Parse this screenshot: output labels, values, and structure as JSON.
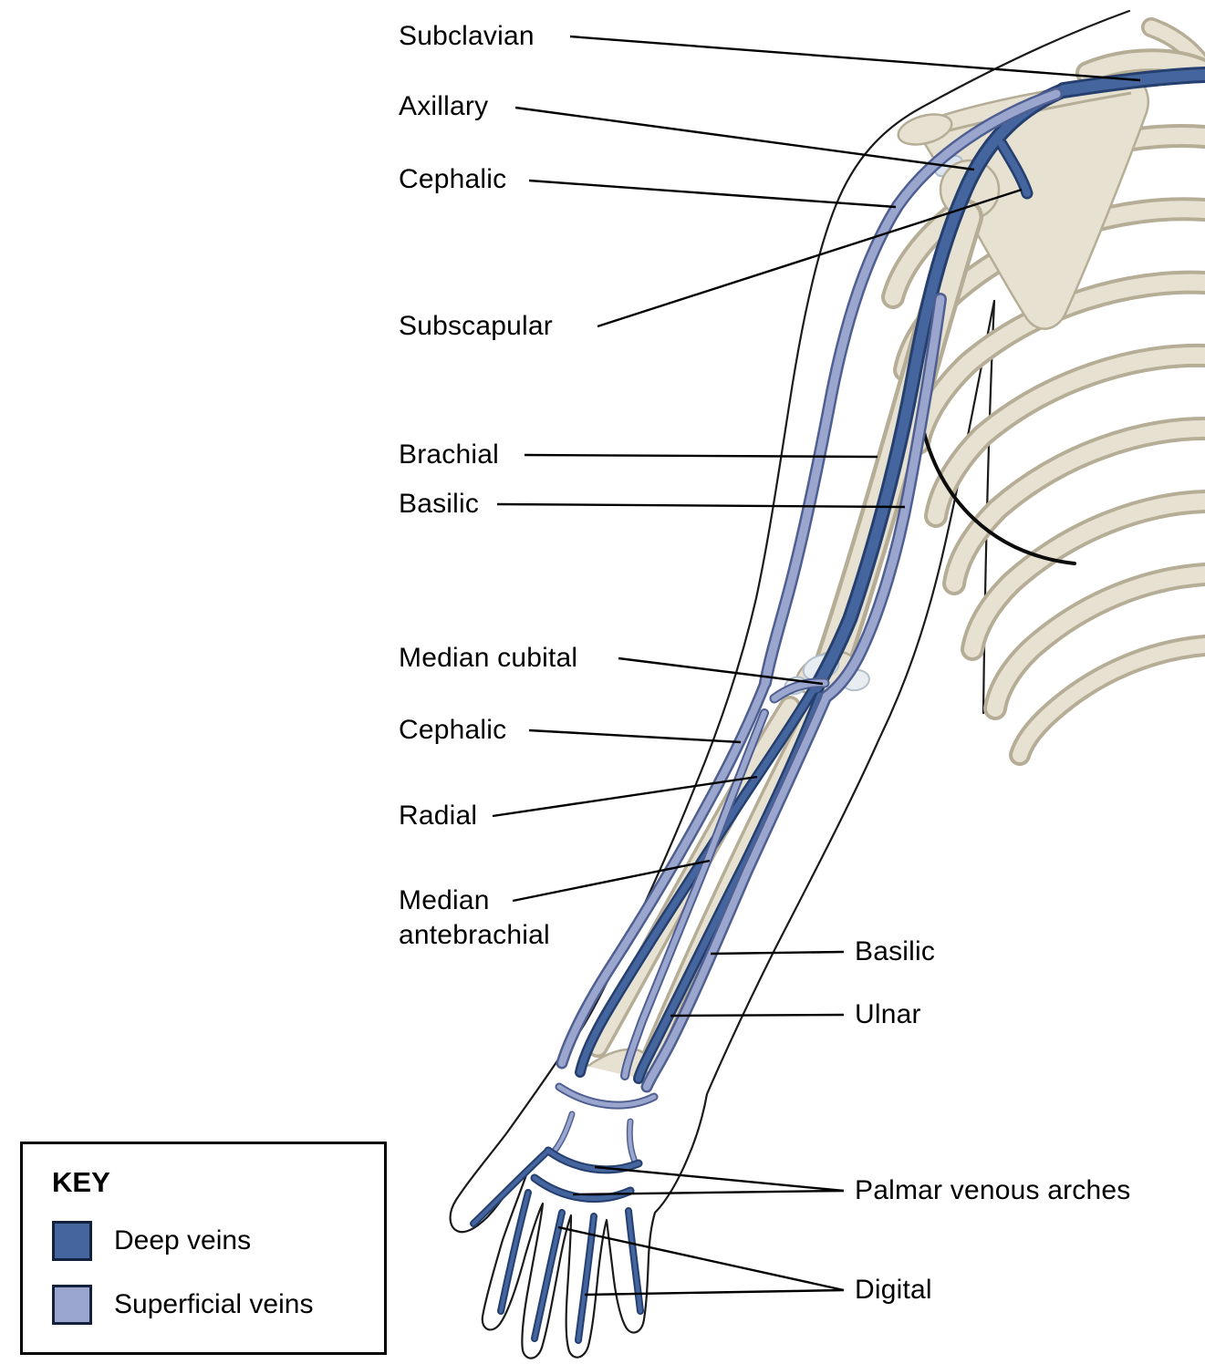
{
  "labels": [
    {
      "id": "subclavian",
      "text": "Subclavian"
    },
    {
      "id": "axillary",
      "text": "Axillary"
    },
    {
      "id": "cephalic-upper",
      "text": "Cephalic"
    },
    {
      "id": "subscapular",
      "text": "Subscapular"
    },
    {
      "id": "brachial",
      "text": "Brachial"
    },
    {
      "id": "basilic-upper",
      "text": "Basilic"
    },
    {
      "id": "median-cubital",
      "text": "Median cubital"
    },
    {
      "id": "cephalic-forearm",
      "text": "Cephalic"
    },
    {
      "id": "radial",
      "text": "Radial"
    },
    {
      "id": "median-antebrachial",
      "text": "Median\nantebrachial"
    },
    {
      "id": "basilic-forearm",
      "text": "Basilic"
    },
    {
      "id": "ulnar",
      "text": "Ulnar"
    },
    {
      "id": "palmar-venous-arches",
      "text": "Palmar venous arches"
    },
    {
      "id": "digital",
      "text": "Digital"
    }
  ],
  "key": {
    "title": "KEY",
    "items": [
      {
        "label": "Deep veins",
        "color": "#44659e"
      },
      {
        "label": "Superficial veins",
        "color": "#9aa6cd"
      }
    ]
  },
  "colors": {
    "deep_vein": "#44659e",
    "deep_vein_outline": "#253f6e",
    "superficial_vein": "#9aa6cd",
    "superficial_vein_outline": "#4f5f91",
    "bone_fill": "#e7e1d2",
    "bone_stroke": "#b6ad96",
    "outline": "#1a1a1a"
  }
}
